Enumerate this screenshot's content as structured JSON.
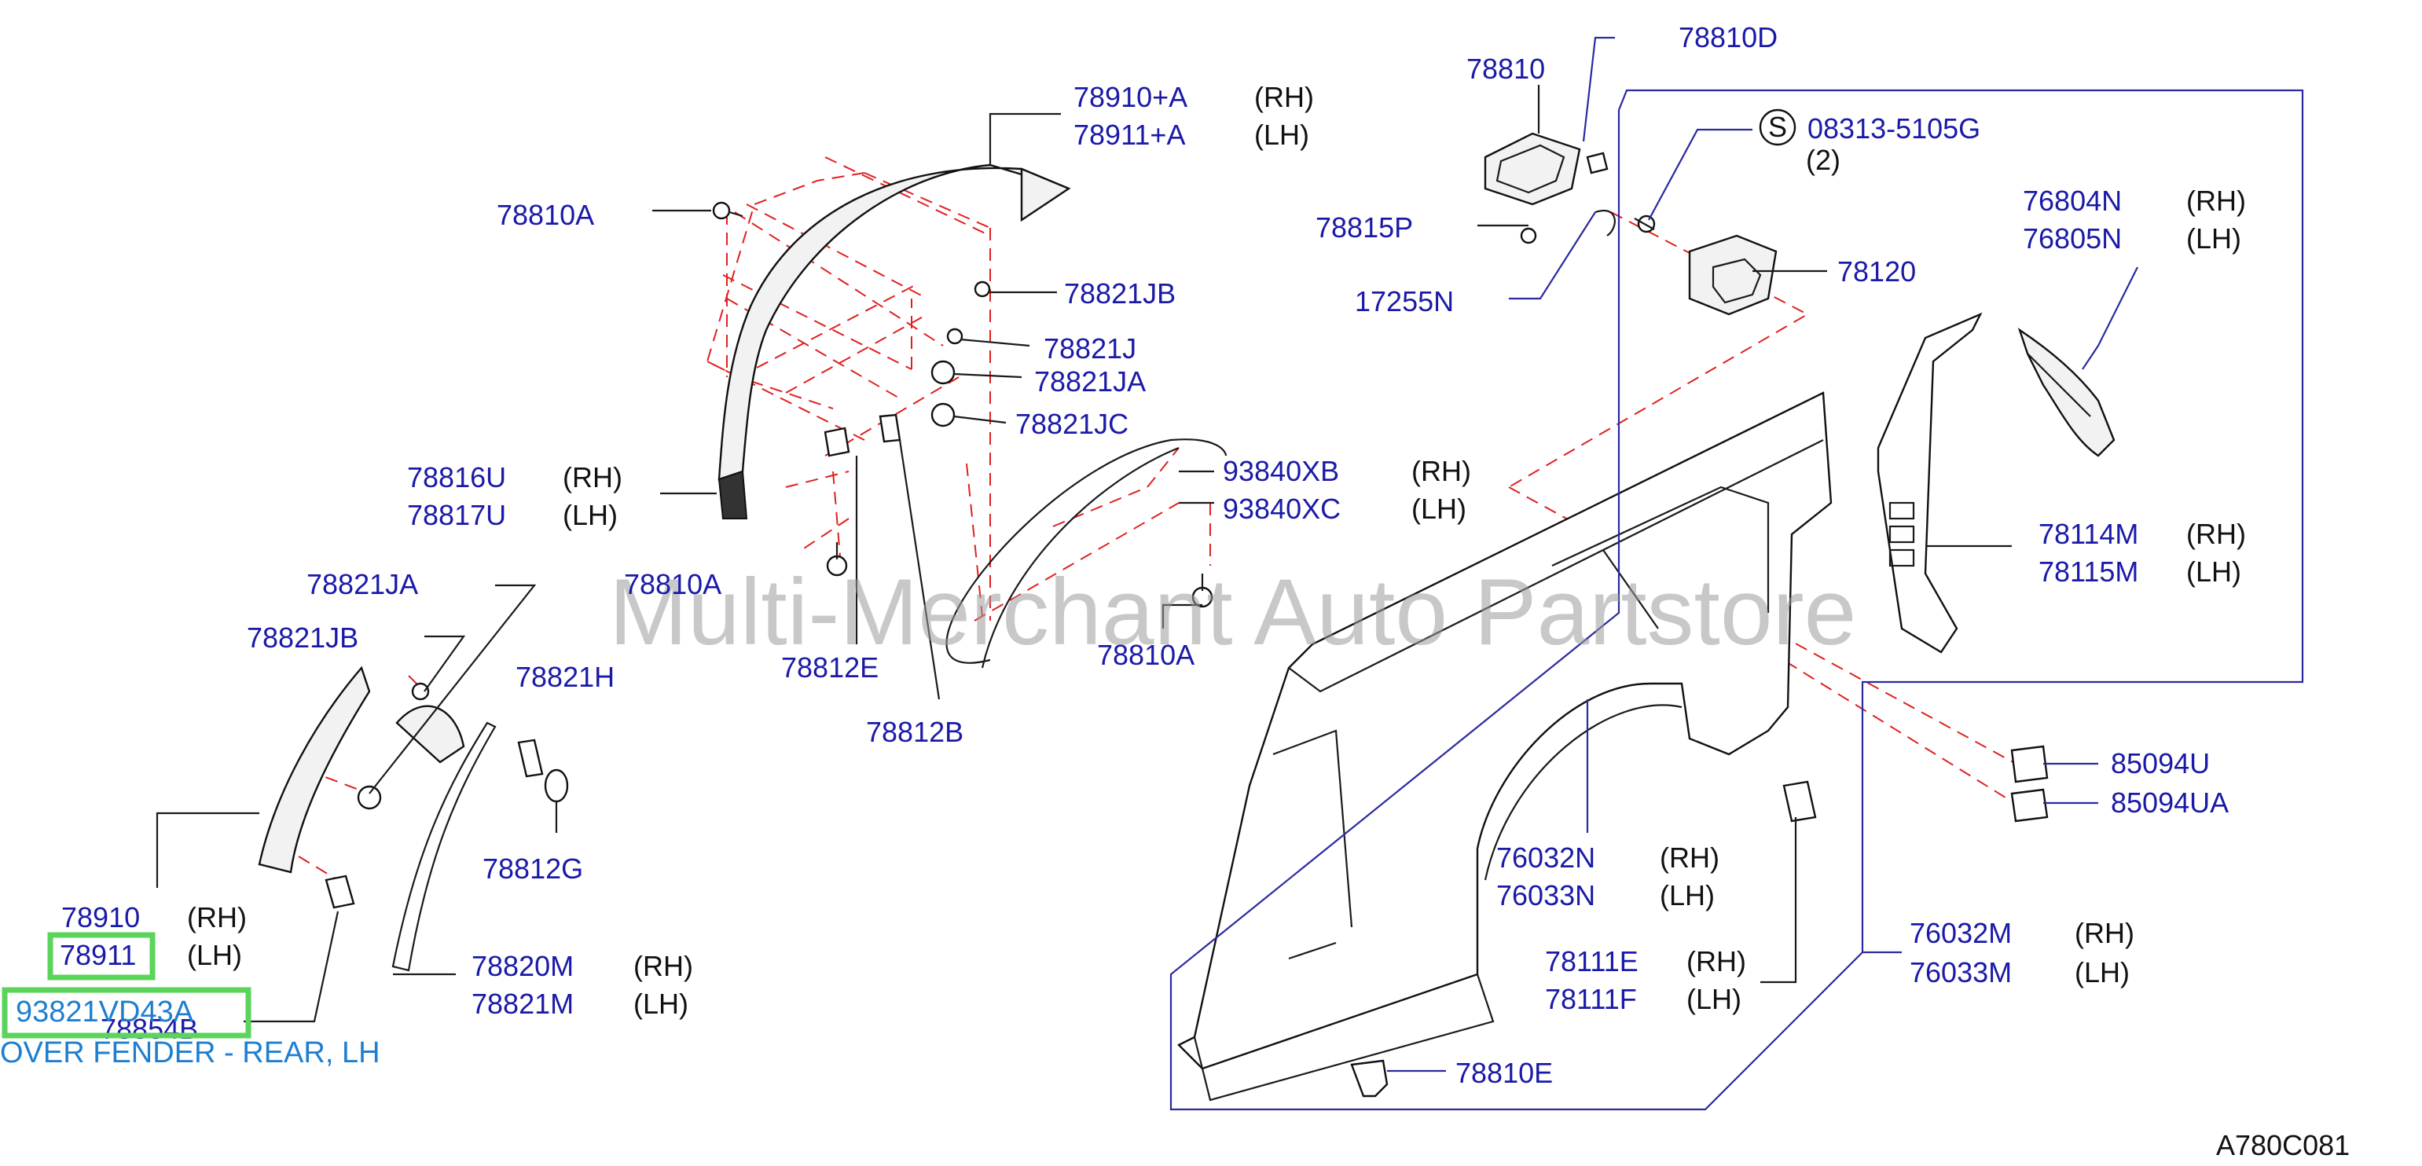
{
  "labels": {
    "p78910A": "78910+A",
    "p78911A": "78911+A",
    "rh1": "(RH)",
    "lh1": "(LH)",
    "p78810A_1": "78810A",
    "p78821JB_1": "78821JB",
    "p78821J": "78821J",
    "p78821JA_1": "78821JA",
    "p78821JC": "78821JC",
    "p78816U": "78816U",
    "p78817U": "78817U",
    "rh2": "(RH)",
    "lh2": "(LH)",
    "p93840XB": "93840XB",
    "p93840XC": "93840XC",
    "rh3": "(RH)",
    "lh3": "(LH)",
    "p78821JA_2": "78821JA",
    "p78810A_2": "78810A",
    "p78821JB_2": "78821JB",
    "p78821H": "78821H",
    "p78812E": "78812E",
    "p78812B": "78812B",
    "p78810A_3": "78810A",
    "p78812G": "78812G",
    "p78910": "78910",
    "rh4": "(RH)",
    "p78911": "78911",
    "lh4": "(LH)",
    "p93821": "93821VD43A",
    "p78854B": "78854B",
    "desc": "OVER FENDER - REAR, LH",
    "p78820M": "78820M",
    "p78821M": "78821M",
    "rh5": "(RH)",
    "lh5": "(LH)",
    "p78810D": "78810D",
    "p78810": "78810",
    "s_mark": "S",
    "p08313": "08313-5105G",
    "qty": "(2)",
    "p78815P": "78815P",
    "p17255N": "17255N",
    "p78120": "78120",
    "p76804N": "76804N",
    "p76805N": "76805N",
    "rh6": "(RH)",
    "lh6": "(LH)",
    "p78114M": "78114M",
    "p78115M": "78115M",
    "rh7": "(RH)",
    "lh7": "(LH)",
    "p85094U": "85094U",
    "p85094UA": "85094UA",
    "p76032N": "76032N",
    "p76033N": "76033N",
    "rh8": "(RH)",
    "lh8": "(LH)",
    "p78111E": "78111E",
    "p78111F": "78111F",
    "rh9": "(RH)",
    "lh9": "(LH)",
    "p76032M": "76032M",
    "p76033M": "76033M",
    "rh10": "(RH)",
    "lh10": "(LH)",
    "p78810E": "78810E",
    "code": "A780C081",
    "watermark": "Multi-Merchant Auto Partstore"
  },
  "colors": {
    "label": "#1a1aa8",
    "dash": "#e02020",
    "highlight": "#5ad45a",
    "desc": "#1e7fd0"
  }
}
